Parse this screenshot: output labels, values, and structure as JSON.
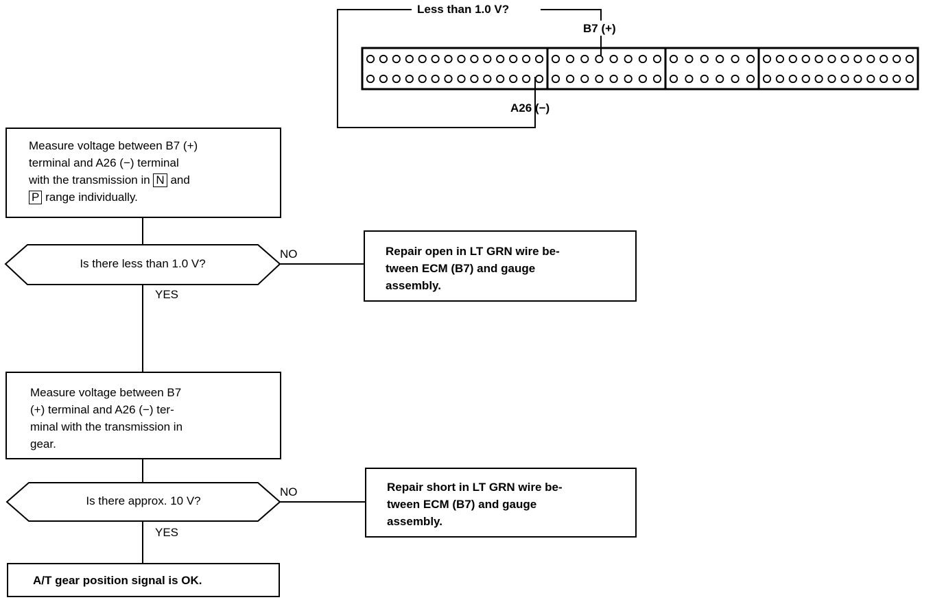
{
  "connector": {
    "top_label": "Less than 1.0 V?",
    "plus_label": "B7 (+)",
    "minus_label": "A26 (−)",
    "sections": [
      14,
      8,
      6,
      12
    ]
  },
  "steps": {
    "step1": {
      "line1": "Measure voltage between B7 (+)",
      "line2": "terminal and A26 (−) terminal",
      "line3_pre": "with the transmission in",
      "range_n": "N",
      "line3_post": "and",
      "range_p": "P",
      "line4_post": "range individually."
    },
    "decision1": {
      "question": "Is there less than 1.0 V?",
      "no": "NO",
      "yes": "YES"
    },
    "repair1": {
      "line1": "Repair open in LT GRN wire be-",
      "line2": "tween ECM (B7) and gauge",
      "line3": "assembly."
    },
    "step2": {
      "line1": "Measure voltage between B7",
      "line2": "(+) terminal and A26 (−) ter-",
      "line3": "minal with the transmission in",
      "line4": "gear."
    },
    "decision2": {
      "question": "Is there approx. 10 V?",
      "no": "NO",
      "yes": "YES"
    },
    "repair2": {
      "line1": "Repair short in LT GRN wire be-",
      "line2": "tween ECM (B7) and gauge",
      "line3": "assembly."
    },
    "result": {
      "text": "A/T gear position signal is OK."
    }
  }
}
